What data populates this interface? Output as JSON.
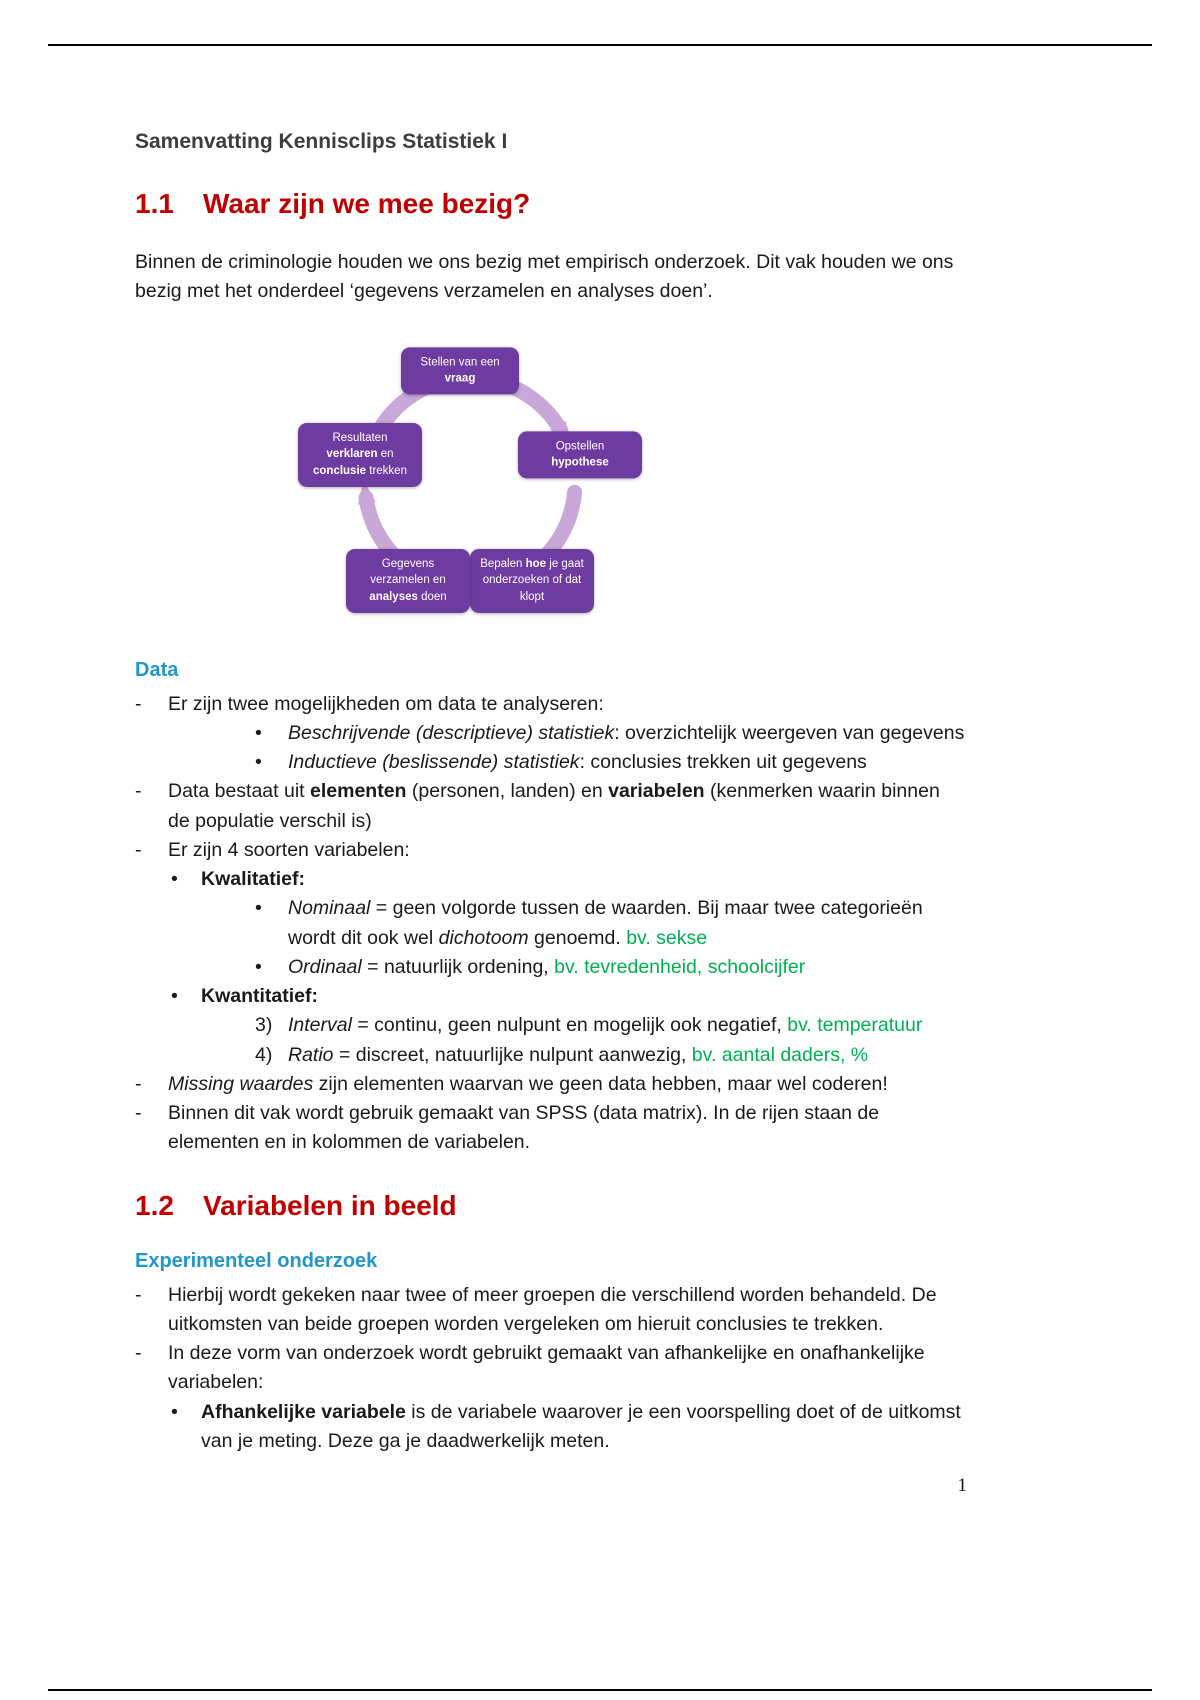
{
  "colors": {
    "heading_red": "#c00000",
    "heading_blue": "#2196c9",
    "accent_green": "#00B050",
    "node_purple": "#6e3ba1",
    "arrow_purple": "#c9a7d8"
  },
  "doc": {
    "title": "Samenvatting Kennisclips Statistiek I",
    "page_number": "1"
  },
  "section_1": {
    "number": "1.1",
    "title": "Waar zijn we mee bezig?",
    "intro": "Binnen de criminologie houden we ons bezig met empirisch onderzoek. Dit vak houden we ons bezig met het onderdeel ‘gegevens verzamelen en analyses doen’."
  },
  "diagram": {
    "nodes": [
      {
        "name": "stellen-van-een-vraag",
        "segments": [
          {
            "t": "Stellen van een"
          },
          {
            "br": true
          },
          {
            "t": "vraag",
            "b": true
          }
        ]
      },
      {
        "name": "opstellen-hypothese",
        "segments": [
          {
            "t": "Opstellen"
          },
          {
            "br": true
          },
          {
            "t": "hypothese",
            "b": true
          }
        ]
      },
      {
        "name": "bepalen-hoe-je-gaat-onderzoeken",
        "segments": [
          {
            "t": "Bepalen "
          },
          {
            "t": "hoe",
            "b": true
          },
          {
            "t": " je gaat"
          },
          {
            "br": true
          },
          {
            "t": "onderzoeken of dat"
          },
          {
            "br": true
          },
          {
            "t": "klopt"
          }
        ]
      },
      {
        "name": "gegevens-verzamelen-analyses-doen",
        "segments": [
          {
            "t": "Gegevens"
          },
          {
            "br": true
          },
          {
            "t": "verzamelen en"
          },
          {
            "br": true
          },
          {
            "t": "analyses",
            "b": true
          },
          {
            "t": " doen"
          }
        ]
      },
      {
        "name": "resultaten-verklaren-conclusie-trekken",
        "segments": [
          {
            "t": "Resultaten"
          },
          {
            "br": true
          },
          {
            "t": "verklaren",
            "b": true
          },
          {
            "t": " en"
          },
          {
            "br": true
          },
          {
            "t": "conclusie",
            "b": true
          },
          {
            "t": " trekken"
          }
        ]
      }
    ]
  },
  "data_section": {
    "heading": "Data",
    "items": [
      {
        "level": 1,
        "marker": "-",
        "segments": [
          {
            "t": "Er zijn twee mogelijkheden om data te analyseren:"
          }
        ]
      },
      {
        "level": 3,
        "marker": "•",
        "segments": [
          {
            "t": "Beschrijvende (descriptieve) statistiek",
            "i": true
          },
          {
            "t": ": overzichtelijk weergeven van gegevens"
          }
        ]
      },
      {
        "level": 3,
        "marker": "•",
        "segments": [
          {
            "t": "Inductieve (beslissende) statistiek",
            "i": true
          },
          {
            "t": ": conclusies trekken uit gegevens"
          }
        ]
      },
      {
        "level": 1,
        "marker": "-",
        "segments": [
          {
            "t": "Data bestaat uit "
          },
          {
            "t": "elementen",
            "b": true
          },
          {
            "t": " (personen, landen) en "
          },
          {
            "t": "variabelen",
            "b": true
          },
          {
            "t": " (kenmerken waarin binnen de populatie verschil is)"
          }
        ]
      },
      {
        "level": 1,
        "marker": "-",
        "segments": [
          {
            "t": "Er zijn 4 soorten variabelen:"
          }
        ]
      },
      {
        "level": 2,
        "marker": "•",
        "segments": [
          {
            "t": "Kwalitatief:",
            "b": true
          }
        ]
      },
      {
        "level": 3,
        "marker": "•",
        "segments": [
          {
            "t": "Nominaal",
            "i": true
          },
          {
            "t": " = geen volgorde tussen de waarden. Bij maar twee categorieën wordt dit ook wel "
          },
          {
            "t": "dichotoom",
            "i": true
          },
          {
            "t": " genoemd. "
          },
          {
            "t": "bv. sekse",
            "c": "#00B050"
          }
        ]
      },
      {
        "level": 3,
        "marker": "•",
        "segments": [
          {
            "t": "Ordinaal",
            "i": true
          },
          {
            "t": " = natuurlijk ordening, "
          },
          {
            "t": "bv. tevredenheid, schoolcijfer",
            "c": "#00B050"
          }
        ]
      },
      {
        "level": 2,
        "marker": "•",
        "segments": [
          {
            "t": "Kwantitatief:",
            "b": true
          }
        ]
      },
      {
        "level": 3,
        "marker": "3)",
        "segments": [
          {
            "t": "Interval",
            "i": true
          },
          {
            "t": " = continu, geen nulpunt en mogelijk ook negatief, "
          },
          {
            "t": "bv. temperatuur",
            "c": "#00B050"
          }
        ]
      },
      {
        "level": 3,
        "marker": "4)",
        "segments": [
          {
            "t": "Ratio",
            "i": true
          },
          {
            "t": " = discreet, natuurlijke nulpunt aanwezig, "
          },
          {
            "t": "bv. aantal daders, %",
            "c": "#00B050"
          }
        ]
      },
      {
        "level": 1,
        "marker": "-",
        "segments": [
          {
            "t": "Missing waardes",
            "i": true
          },
          {
            "t": " zijn elementen waarvan we geen data hebben, maar wel coderen!"
          }
        ]
      },
      {
        "level": 1,
        "marker": "-",
        "segments": [
          {
            "t": "Binnen dit vak wordt gebruik gemaakt van SPSS (data matrix). In de rijen staan de elementen en in kolommen de variabelen."
          }
        ]
      }
    ]
  },
  "section_2": {
    "number": "1.2",
    "title": "Variabelen in beeld"
  },
  "experiment_section": {
    "heading": "Experimenteel onderzoek",
    "items": [
      {
        "level": 1,
        "marker": "-",
        "segments": [
          {
            "t": "Hierbij wordt gekeken naar twee of meer groepen die verschillend worden behandeld. De uitkomsten van beide groepen worden vergeleken om hieruit conclusies te trekken."
          }
        ]
      },
      {
        "level": 1,
        "marker": "-",
        "segments": [
          {
            "t": "In deze vorm van onderzoek wordt gebruikt gemaakt van afhankelijke en onafhankelijke variabelen:"
          }
        ]
      },
      {
        "level": 2,
        "marker": "•",
        "segments": [
          {
            "t": "Afhankelijke variabele",
            "b": true
          },
          {
            "t": " is de variabele waarover je een voorspelling doet of de uitkomst van je meting. Deze ga je daadwerkelijk meten."
          }
        ]
      }
    ]
  }
}
